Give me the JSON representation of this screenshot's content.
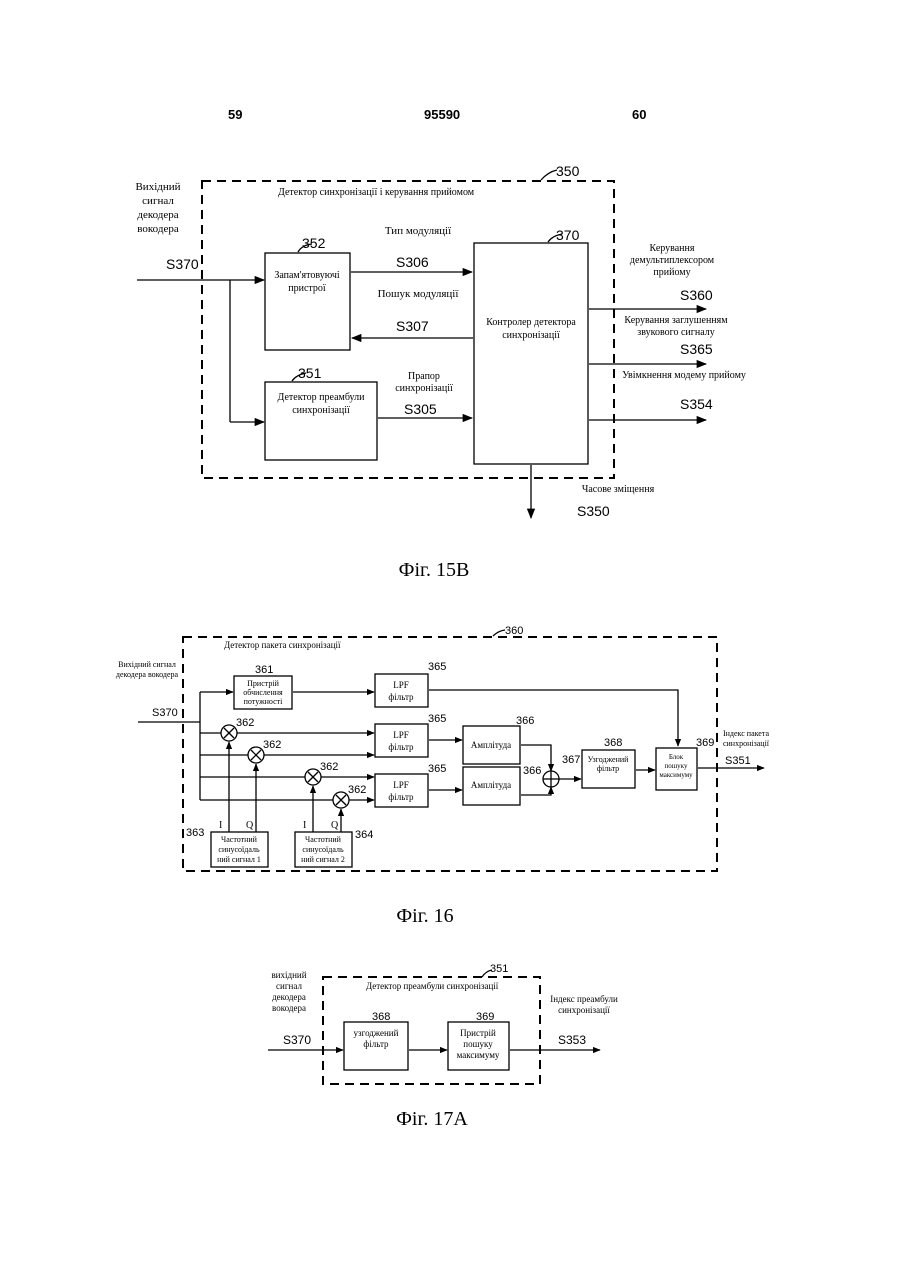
{
  "header": {
    "page_left": "59",
    "doc_number": "95590",
    "page_right": "60"
  },
  "fig15b": {
    "caption": "Фіг. 15В",
    "container_label": "Детектор синхронізації і керування прийомом",
    "container_ref": "350",
    "input_label": "Вихідний сигнал декодера вокодера",
    "input_signal": "S370",
    "modulation_type_label": "Тип модуляції",
    "modulation_search_label": "Пошук модуляції",
    "sync_flag_label": "Прапор синхронізації",
    "memory_block": {
      "ref": "352",
      "label_line1": "Запам'ятовуючі",
      "label_line2": "пристрої"
    },
    "preamble_block": {
      "ref": "351",
      "label_line1": "Детектор преамбули",
      "label_line2": "синхронізації"
    },
    "controller_block": {
      "ref": "370",
      "label_line1": "Контролер детектора",
      "label_line2": "синхронізації"
    },
    "s306": "S306",
    "s307": "S307",
    "s305": "S305",
    "out1_label": "Керування демультиплексором прийому",
    "out1_signal": "S360",
    "out2_label": "Керування заглушенням звукового сигналу",
    "out2_signal": "S365",
    "out3_label": "Увімкнення модему прийому",
    "out3_signal": "S354",
    "offset_label": "Часове зміщення",
    "offset_signal": "S350"
  },
  "fig16": {
    "caption": "Фіг. 16",
    "container_label": "Детектор пакета синхронізації",
    "container_ref": "360",
    "input_label": "Вихідний сигнал декодера вокодера",
    "input_signal": "S370",
    "power_block": {
      "ref": "361",
      "label_line1": "Пристрій",
      "label_line2": "обчислення",
      "label_line3": "потужності"
    },
    "lpf_label_line1": "LPF",
    "lpf_label_line2": "фільтр",
    "lpf_ref": "365",
    "mixer_ref": "362",
    "amplitude_label": "Амплітуда",
    "amplitude_ref": "366",
    "adder_ref": "367",
    "matched_block": {
      "ref": "368",
      "label_line1": "Узгоджений",
      "label_line2": "фільтр"
    },
    "max_block": {
      "ref": "369",
      "label_line1": "Блок",
      "label_line2": "пошуку",
      "label_line3": "максимуму"
    },
    "i_label": "I",
    "q_label": "Q",
    "sin1_block": {
      "ref": "363",
      "label_line1": "Частотний",
      "label_line2": "синусоїдаль",
      "label_line3": "ний сигнал 1"
    },
    "sin2_block": {
      "ref": "364",
      "label_line1": "Частотний",
      "label_line2": "синусоїдаль",
      "label_line3": "ний сигнал 2"
    },
    "output_label": "Індекс пакета синхронізації",
    "output_signal": "S351"
  },
  "fig17a": {
    "caption": "Фіг. 17А",
    "container_label": "Детектор преамбули синхронізації",
    "container_ref": "351",
    "input_label": "вихідний сигнал декодера вокодера",
    "input_signal": "S370",
    "matched_block": {
      "ref": "368",
      "label_line1": "узгоджений",
      "label_line2": "фільтр"
    },
    "max_block": {
      "ref": "369",
      "label_line1": "Пристрій",
      "label_line2": "пошуку",
      "label_line3": "максимуму"
    },
    "output_label": "Індекс преамбули синхронізації",
    "output_signal": "S353"
  }
}
